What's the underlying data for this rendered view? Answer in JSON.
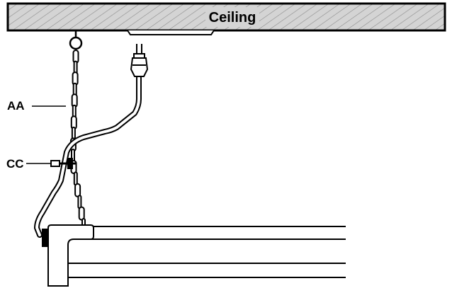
{
  "ceiling": {
    "label": "Ceiling"
  },
  "callouts": [
    {
      "id": "AA",
      "label": "AA",
      "points_to": "chain"
    },
    {
      "id": "CC",
      "label": "CC",
      "points_to": "s-hook"
    }
  ],
  "colors": {
    "line": "#000000",
    "ceiling_fill": "#cfcfcf",
    "background": "#ffffff"
  }
}
